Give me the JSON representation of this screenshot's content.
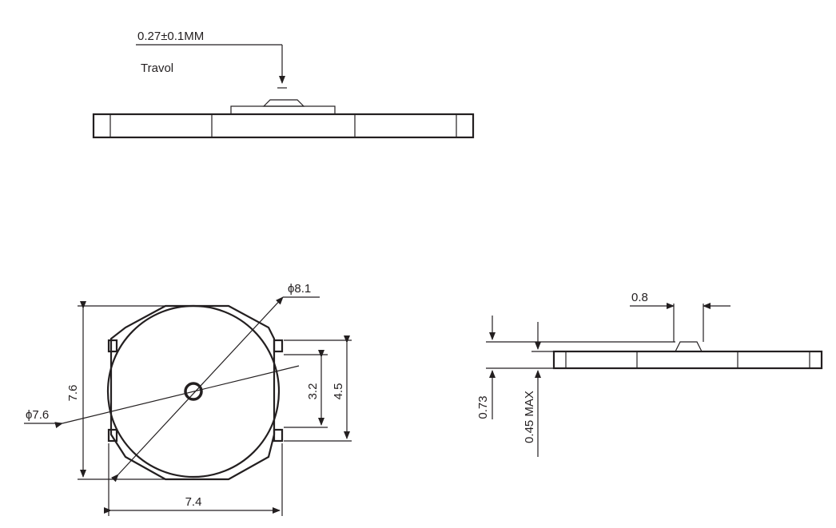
{
  "diagram": {
    "ink_color": "#231f20",
    "background": "#ffffff",
    "top_view": {
      "travel_dimension": "0.27±0.1MM",
      "travel_label": "Travol"
    },
    "front_view": {
      "outer_diameter": "ϕ8.1",
      "inner_diameter": "ϕ7.6",
      "height": "7.6",
      "width": "7.4",
      "pad_inner_spacing": "3.2",
      "pad_outer_spacing": "4.5"
    },
    "side_view": {
      "actuator_width": "0.8",
      "total_height": "0.73",
      "body_height": "0.45 MAX"
    }
  }
}
